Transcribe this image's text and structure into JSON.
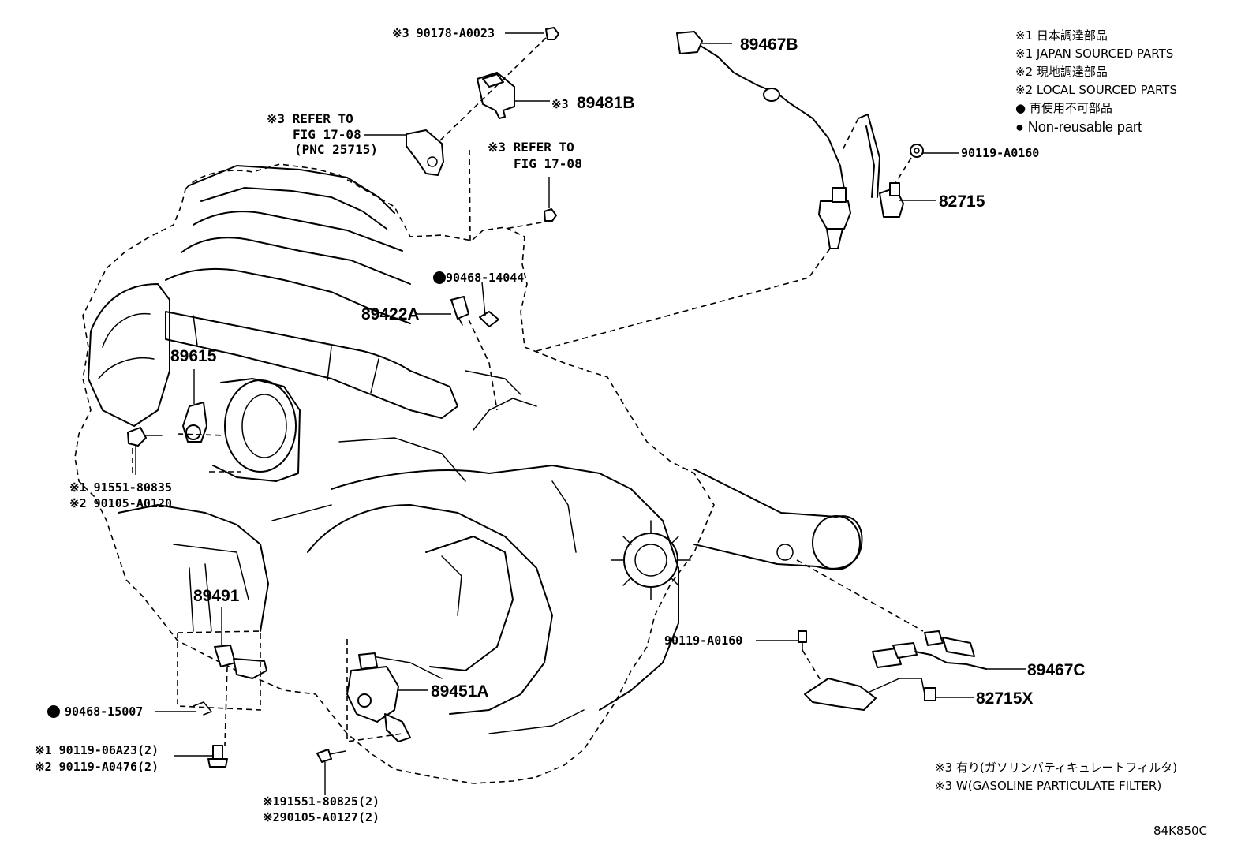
{
  "legend": {
    "items": [
      {
        "text": "※1 日本調達部品"
      },
      {
        "text": "※1 JAPAN SOURCED PARTS"
      },
      {
        "text": "※2 現地調達部品"
      },
      {
        "text": "※2 LOCAL SOURCED PARTS"
      },
      {
        "text": "● 再使用不可部品"
      },
      {
        "text": "● Non-reusable part"
      }
    ]
  },
  "footnote": {
    "line1": "※3 有り(ガソリンパティキュレートフィルタ)",
    "line2": "※3 W(GASOLINE PARTICULATE FILTER)"
  },
  "figure_code": "84K850C",
  "labels": {
    "p90178": "※3 90178-A0023",
    "p89481B_mark": "※3",
    "p89481B": "89481B",
    "ref1_line1": "※3 REFER TO",
    "ref1_line2": "FIG 17-08",
    "ref1_line3": "(PNC 25715)",
    "ref2_line1": "※3 REFER TO",
    "ref2_line2": "FIG 17-08",
    "p89467B": "89467B",
    "p90119_top": "90119-A0160",
    "p82715": "82715",
    "p90468_14044": "90468-14044",
    "p89422A": "89422A",
    "p89615": "89615",
    "p91551_80835": "※1 91551-80835",
    "p90105_A0120": "※2 90105-A0120",
    "p89491": "89491",
    "p90468_15007": "90468-15007",
    "p90119_06A23": "※1 90119-06A23(2)",
    "p90119_A0476": "※2 90119-A0476(2)",
    "p89451A": "89451A",
    "p91551_80825": "※191551-80825(2)",
    "p90105_A0127": "※290105-A0127(2)",
    "p90119_mid": "90119-A0160",
    "p89467C": "89467C",
    "p82715X": "82715X"
  }
}
